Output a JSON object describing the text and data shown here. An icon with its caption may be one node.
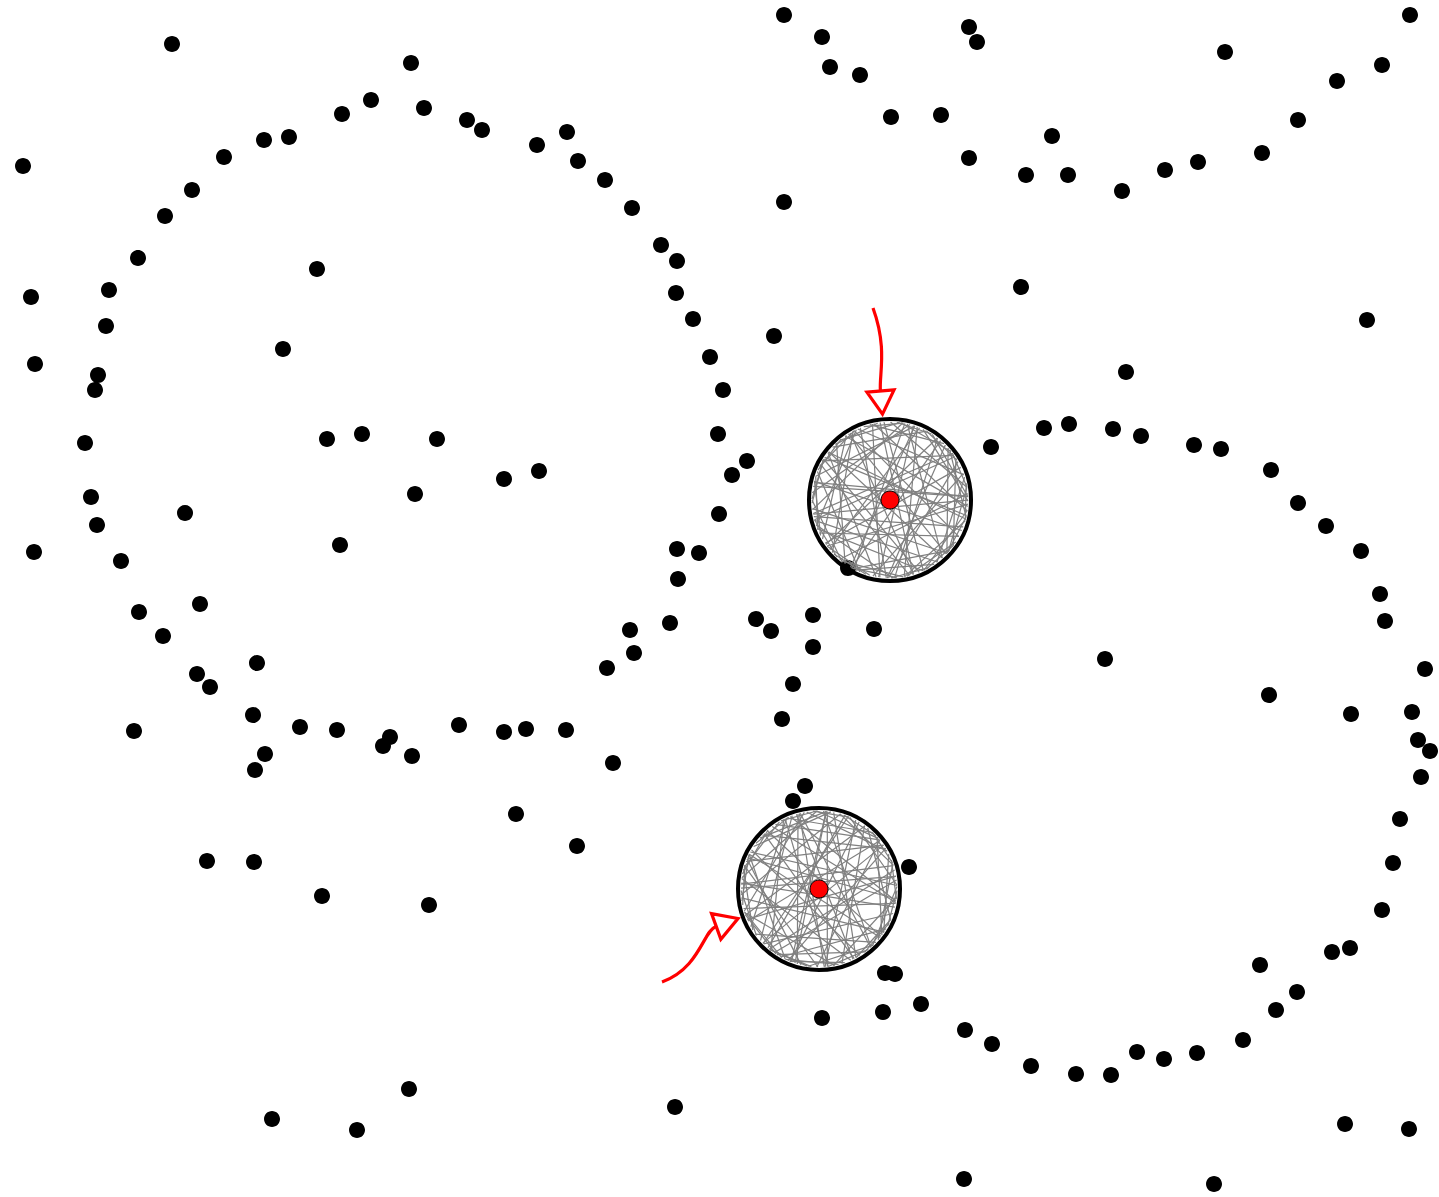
{
  "diagram": {
    "nodes": [
      {
        "text": [],
        "shape": "circle"
      },
      {
        "text": [],
        "shape": "circle"
      }
    ],
    "edges": [
      {
        "from": null,
        "to": 0,
        "arrow": "to"
      },
      {
        "from": null,
        "to": 1,
        "arrow": "to"
      }
    ]
  }
}
